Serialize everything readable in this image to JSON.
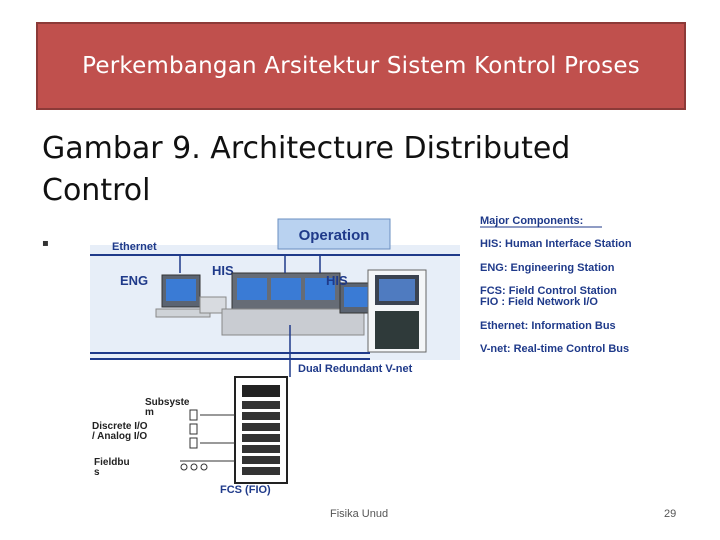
{
  "slide": {
    "title": "Perkembangan Arsitektur Sistem Kontrol Proses",
    "heading_line1": "Gambar 9. Architecture Distributed",
    "heading_line2": "Control",
    "footer_center": "Fisika Unud",
    "page_number": "29"
  },
  "diagram": {
    "operation": "Operation",
    "ethernet": "Ethernet",
    "eng": "ENG",
    "his_left": "HIS",
    "his_right": "HIS",
    "vnet": "Dual Redundant V-net",
    "subsystem_1": "Subsyste",
    "subsystem_2": "m",
    "discrete_io": "Discrete I/O",
    "analog_io": "/ Analog I/O",
    "fieldbus_1": "Fieldbu",
    "fieldbus_2": "s",
    "fcs_fio": "FCS (FIO)",
    "legend": {
      "header": "Major Components:",
      "items": [
        "HIS: Human Interface Station",
        "ENG: Engineering Station",
        "FCS: Field Control Station",
        "FIO : Field Network I/O",
        "Ethernet:   Information Bus",
        "V-net:   Real-time Control Bus"
      ]
    },
    "colors": {
      "title_bar": "#c0504d",
      "label_blue": "#1f3a8a",
      "operation_box": "#b9d2f0",
      "photo_bg": "#e7eef8"
    }
  }
}
